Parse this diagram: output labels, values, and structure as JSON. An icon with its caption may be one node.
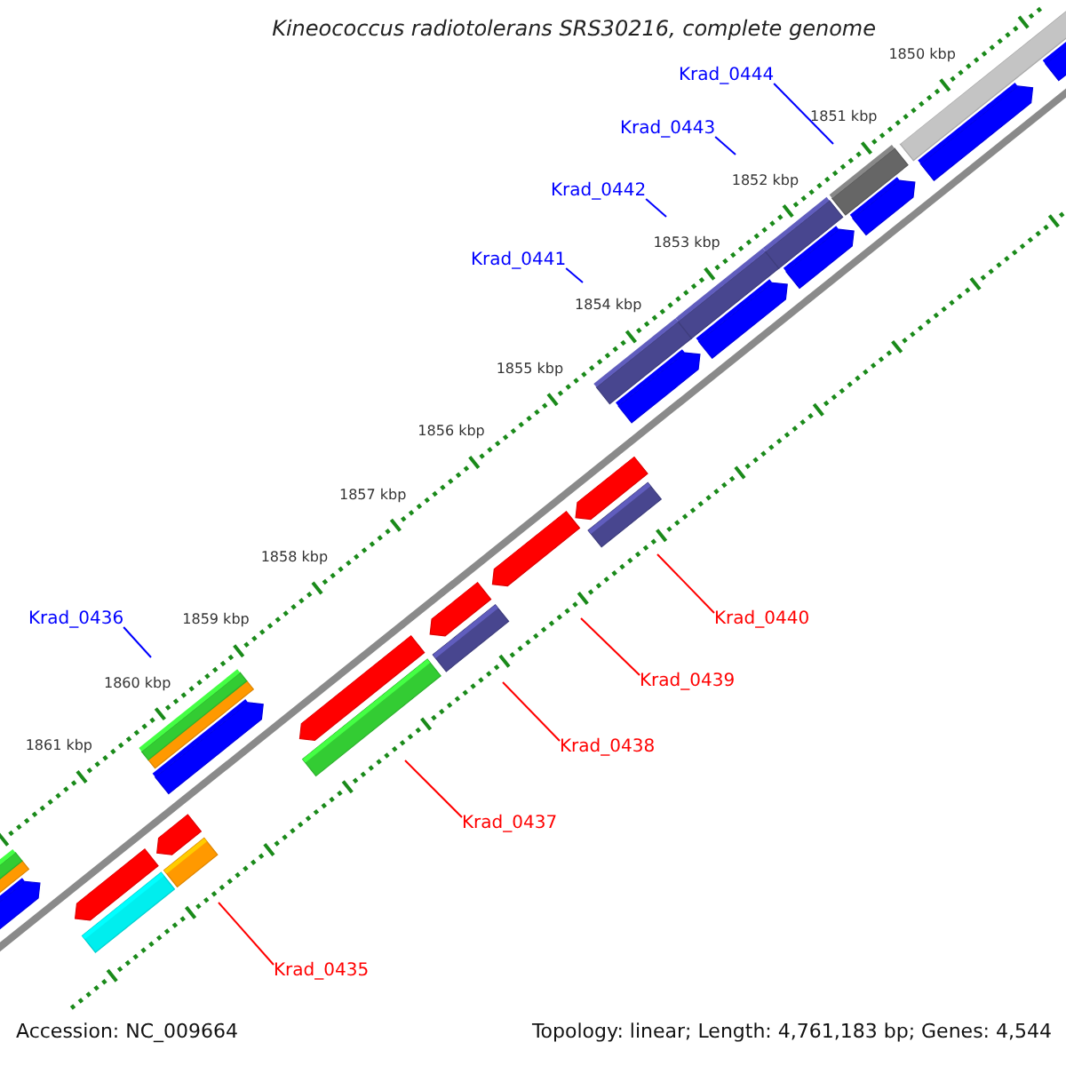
{
  "diagram": {
    "title": "Kineococcus radiotolerans SRS30216, complete genome",
    "nodes": [
      {
        "text": [
          "Krad_0444"
        ]
      },
      {
        "text": [
          "Krad_0443"
        ]
      },
      {
        "text": [
          "Krad_0442"
        ]
      },
      {
        "text": [
          "Krad_0441"
        ]
      },
      {
        "text": [
          "Krad_0436"
        ]
      },
      {
        "text": [
          "Krad_0440"
        ]
      },
      {
        "text": [
          "Krad_0439"
        ]
      },
      {
        "text": [
          "Krad_0438"
        ]
      },
      {
        "text": [
          "Krad_0437"
        ]
      },
      {
        "text": [
          "Krad_0435"
        ]
      }
    ],
    "edges": [
      {
        "from": 0,
        "to": null,
        "arrow": "none"
      },
      {
        "from": 1,
        "to": null,
        "arrow": "none"
      },
      {
        "from": 2,
        "to": null,
        "arrow": "none"
      },
      {
        "from": 3,
        "to": null,
        "arrow": "none"
      },
      {
        "from": 4,
        "to": null,
        "arrow": "none"
      },
      {
        "from": 5,
        "to": null,
        "arrow": "none",
        "color": "#ff0000"
      },
      {
        "from": 6,
        "to": null,
        "arrow": "none",
        "color": "#ff0000"
      },
      {
        "from": 7,
        "to": null,
        "arrow": "none",
        "color": "#ff0000"
      },
      {
        "from": 8,
        "to": null,
        "arrow": "none",
        "color": "#ff0000"
      },
      {
        "from": 9,
        "to": null,
        "arrow": "none",
        "color": "#ff0000"
      }
    ],
    "labels": [
      "1850 kbp",
      "1851 kbp",
      "1852 kbp",
      "1853 kbp",
      "1854 kbp",
      "1855 kbp",
      "1856 kbp",
      "1857 kbp",
      "1858 kbp",
      "1859 kbp",
      "1860 kbp",
      "1861 kbp",
      "Accession: NC_009664",
      "Topology: linear; Length: 4,761,183 bp; Genes: 4,544"
    ]
  }
}
